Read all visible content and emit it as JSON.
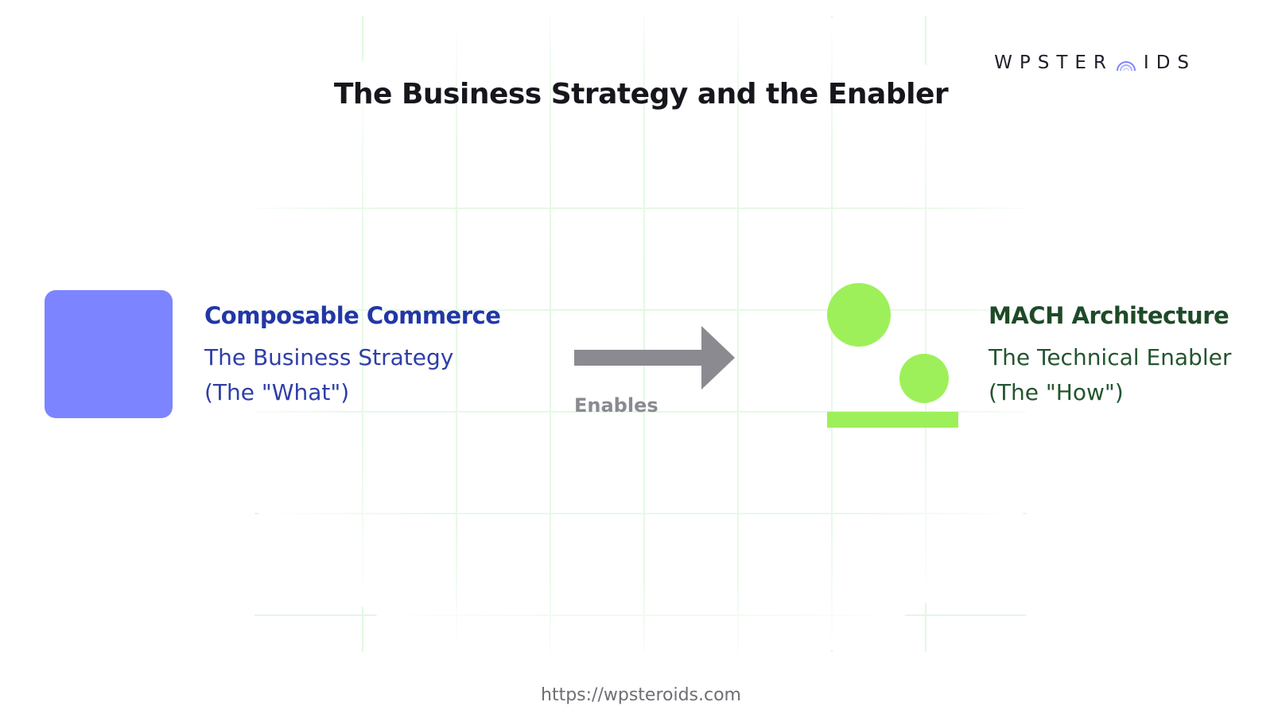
{
  "logo": {
    "text_left": "WPSTER",
    "text_right": "IDS"
  },
  "title": "The Business Strategy and the Enabler",
  "left": {
    "heading": "Composable Commerce",
    "line1": "The Business Strategy",
    "line2": "(The \"What\")",
    "color": "#7c84ff"
  },
  "connector": {
    "label": "Enables",
    "color": "#8a8a90"
  },
  "right": {
    "heading": "MACH Architecture",
    "line1": "The Technical Enabler",
    "line2": "(The \"How\")",
    "color": "#9ef05a"
  },
  "footer": {
    "url": "https://wpsteroids.com"
  }
}
